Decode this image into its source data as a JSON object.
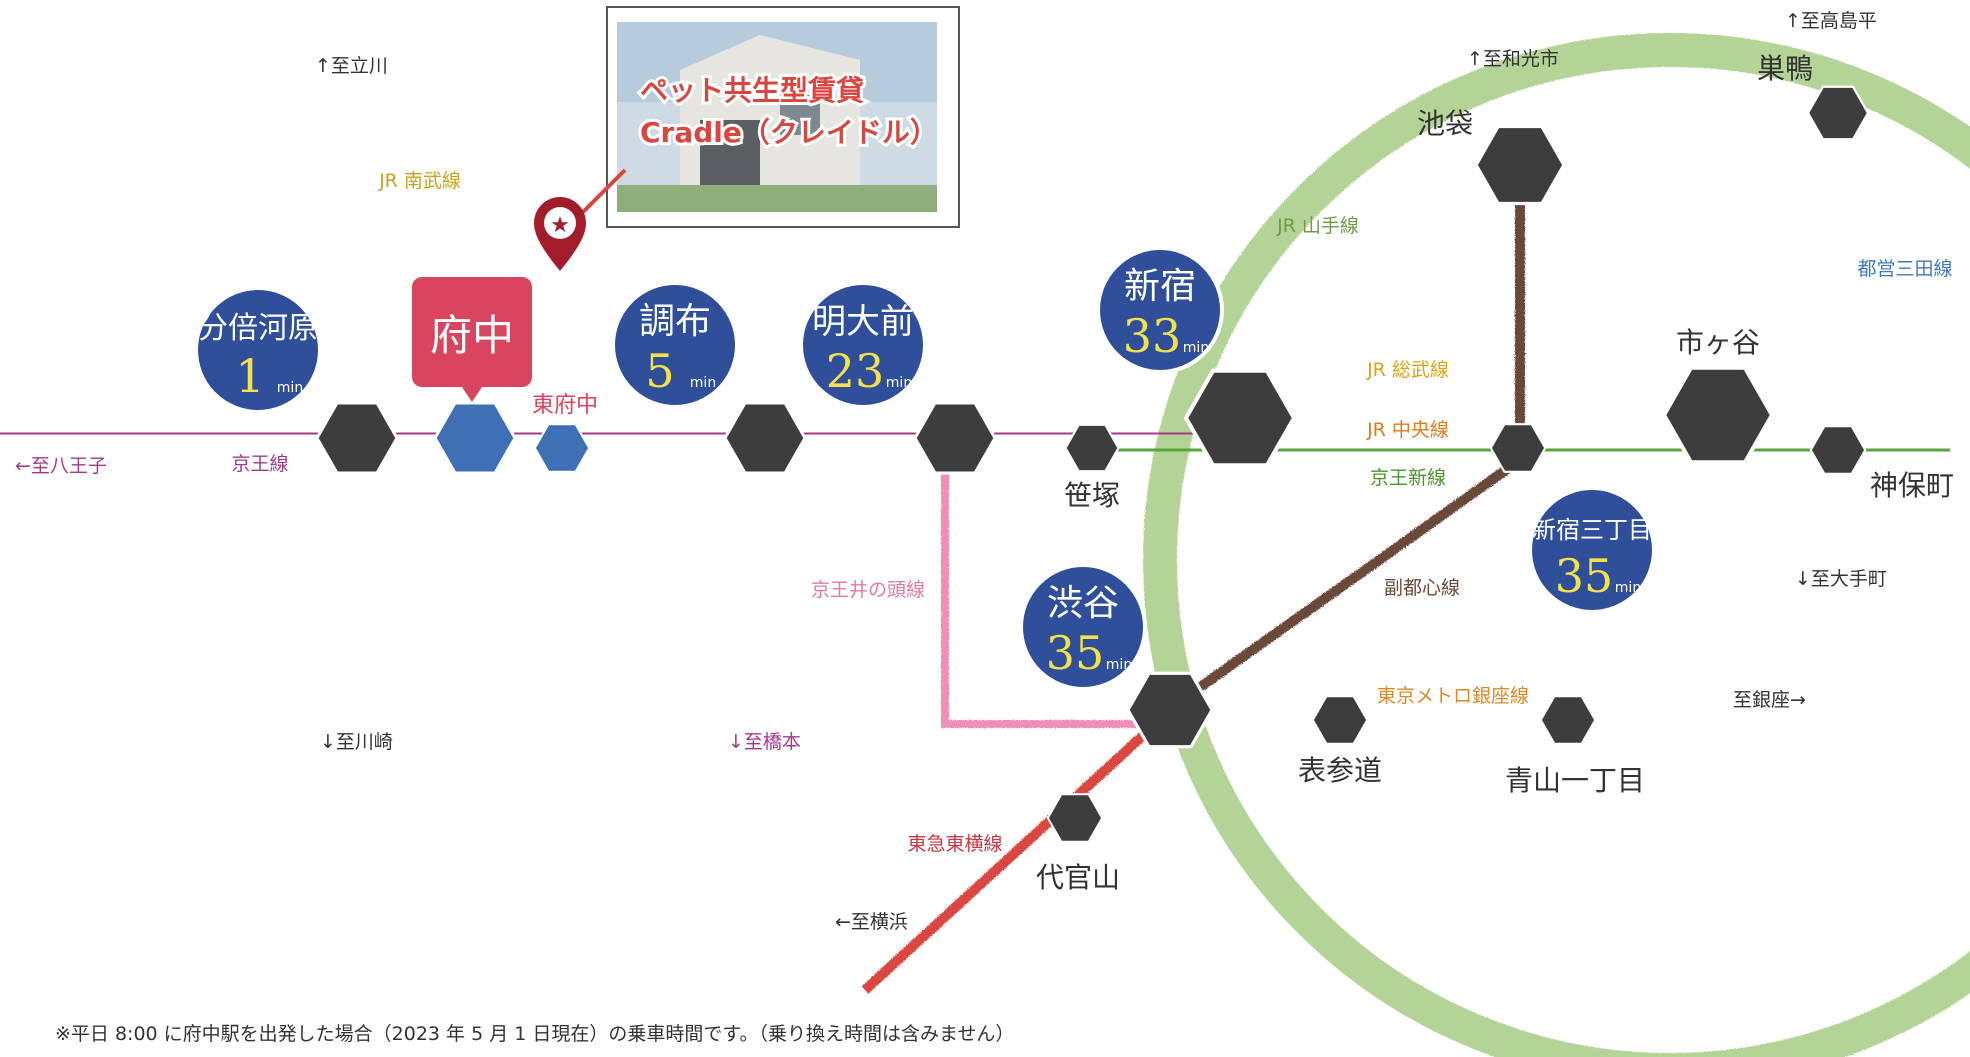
{
  "property": {
    "name_line1": "ペット共生型賃貸",
    "name_line2": "Cradle（クレイドル）"
  },
  "origin_station": "府中",
  "lines": {
    "keio": "京王線",
    "nambu": "JR 南武線",
    "yamanote": "JR 山手線",
    "mita": "都営三田線",
    "sobu": "JR 総武線",
    "chuo": "JR 中央線",
    "keio_new": "京王新線",
    "fukutoshin": "副都心線",
    "inokashira": "京王井の頭線",
    "ginza": "東京メトロ銀座線",
    "toyoko": "東急東横線"
  },
  "directions": {
    "hachioji": "←至八王子",
    "tachikawa": "↑至立川",
    "kawasaki": "↓至川崎",
    "hashimoto": "↓至橋本",
    "wakoshi": "↑至和光市",
    "takashimadaira": "↑至高島平",
    "otemachi": "↓至大手町",
    "ginza": "至銀座→",
    "yokohama": "←至横浜"
  },
  "timed_stations": [
    {
      "name": "分倍河原",
      "minutes": "1",
      "unit": "min"
    },
    {
      "name": "調布",
      "minutes": "5",
      "unit": "min"
    },
    {
      "name": "明大前",
      "minutes": "23",
      "unit": "min"
    },
    {
      "name": "新宿",
      "minutes": "33",
      "unit": "min"
    },
    {
      "name": "渋谷",
      "minutes": "35",
      "unit": "min"
    },
    {
      "name": "新宿三丁目",
      "minutes": "35",
      "unit": "min"
    }
  ],
  "stations": {
    "higashi_fuchu": "東府中",
    "sasazuka": "笹塚",
    "ichigaya": "市ヶ谷",
    "ikebukuro": "池袋",
    "sugamo": "巣鴨",
    "jimbocho": "神保町",
    "omotesando": "表参道",
    "aoyama": "青山一丁目",
    "daikanyama": "代官山"
  },
  "footnote": "※平日 8:00 に府中駅を出発した場合（2023 年 5 月 1 日現在）の乗車時間です。（乗り換え時間は含みません）",
  "colors": {
    "keio": "#a33a8a",
    "nambu": "#d9b52a",
    "yamanote": "#a8cc84",
    "mita": "#3f78c0",
    "sobu": "#f0c23a",
    "chuo": "#f08a2c",
    "keio_new": "#5aa53a",
    "fukutoshin": "#6b4a3a",
    "inokashira": "#ef8fb5",
    "ginza": "#f0a040",
    "toyoko": "#d9463f",
    "bubble": "#2f4f9a",
    "origin": "#d9455f",
    "hex": "#3d3d3d",
    "minutes": "#f4e04a"
  }
}
